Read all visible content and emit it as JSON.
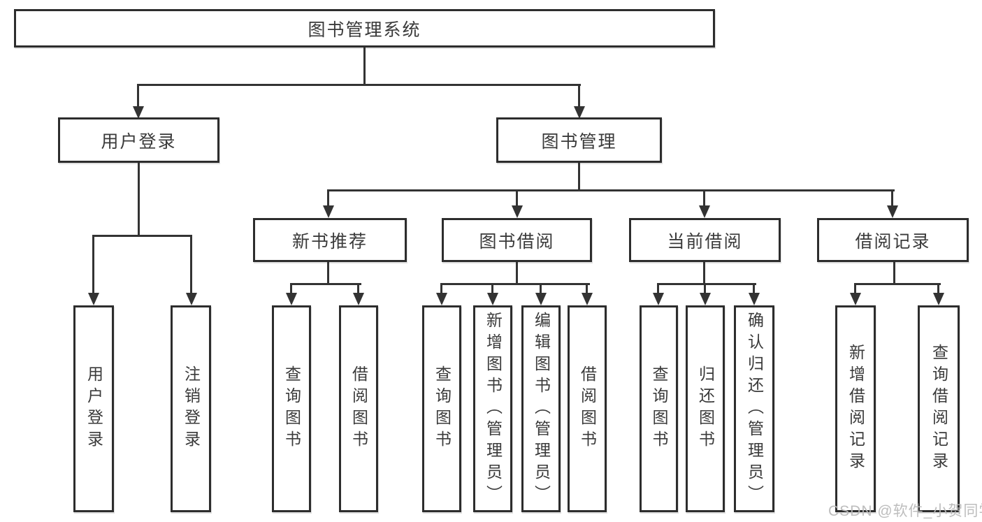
{
  "diagram": {
    "root": "图书管理系统",
    "branches": [
      {
        "label": "用户登录",
        "children": [
          "用户登录",
          "注销登录"
        ]
      },
      {
        "label": "图书管理",
        "groups": [
          {
            "label": "新书推荐",
            "children": [
              "查询图书",
              "借阅图书"
            ]
          },
          {
            "label": "图书借阅",
            "children": [
              "查询图书",
              "新增图书（管理员）",
              "编辑图书（管理员）",
              "借阅图书"
            ]
          },
          {
            "label": "当前借阅",
            "children": [
              "查询图书",
              "归还图书",
              "确认归还（管理员）"
            ]
          },
          {
            "label": "借阅记录",
            "children": [
              "新增借阅记录",
              "查询借阅记录"
            ]
          }
        ]
      }
    ]
  },
  "watermark": "CSDN @软件_小贺同学",
  "colors": {
    "line": "#333333",
    "border": "#2d2d2d",
    "text": "#3a3a3a",
    "watermark": "#b9b9b9",
    "background": "#ffffff"
  }
}
